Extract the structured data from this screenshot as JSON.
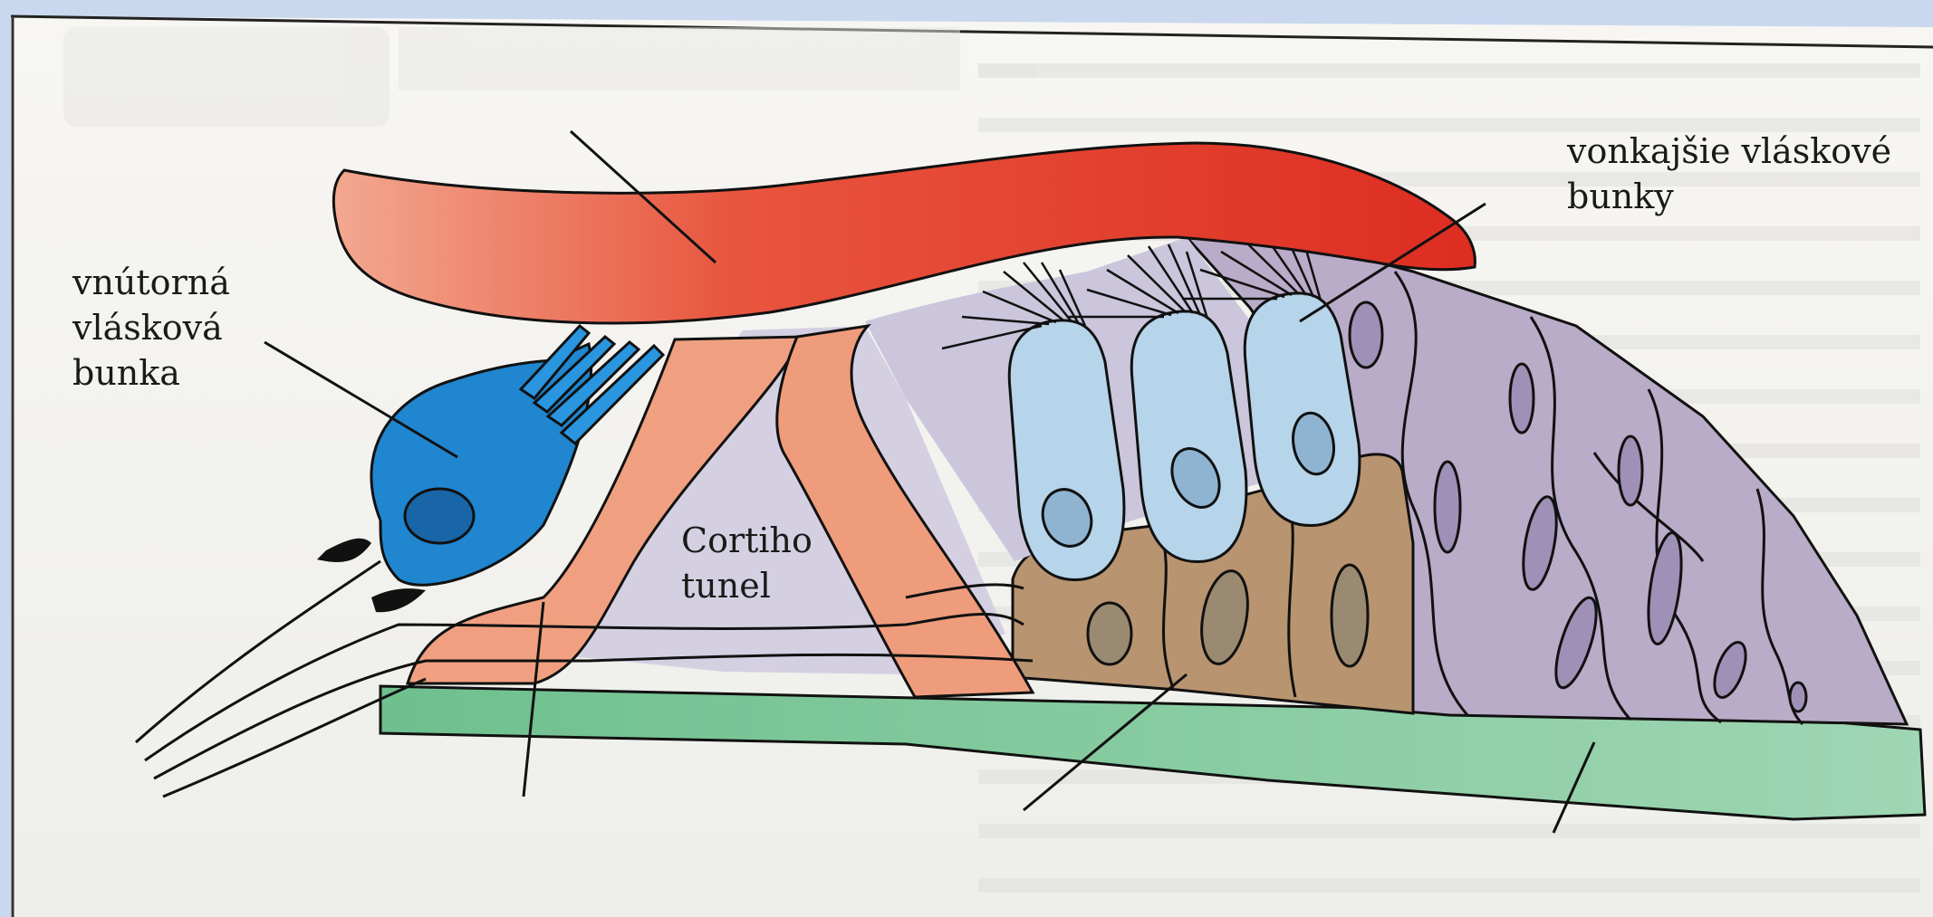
{
  "diagram": {
    "labels": {
      "inner_hair_cell": [
        "vnútorná",
        "vlásková",
        "bunka"
      ],
      "outer_hair_cells": [
        "vonkajšie vláskové",
        "bunky"
      ],
      "corti_tunnel": [
        "Cortiho",
        "tunel"
      ]
    },
    "colors": {
      "tectorial_membrane": "#e0412e",
      "basilar_membrane": "#7fc99a",
      "inner_hair_cell": "#1f86cf",
      "outer_hair_cells": "#b6d4ea",
      "pillar_cells": "#f0a080",
      "supporting_cells": "#b89470",
      "hensen_cells": "#b9acc8"
    }
  }
}
